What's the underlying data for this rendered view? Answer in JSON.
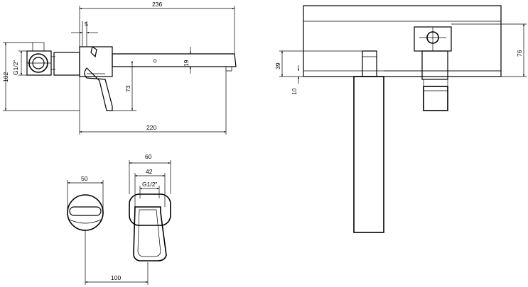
{
  "dimensions": {
    "d236": "236",
    "d5": "5",
    "d102": "102",
    "dG12_side": "G1/2\"",
    "d19": "19",
    "d73": "73",
    "d220": "220",
    "d39": "39",
    "d10": "10",
    "d76": "76",
    "d60": "60",
    "d42": "42",
    "dG12_front": "G1/2\"",
    "d50": "50",
    "d100": "100"
  }
}
